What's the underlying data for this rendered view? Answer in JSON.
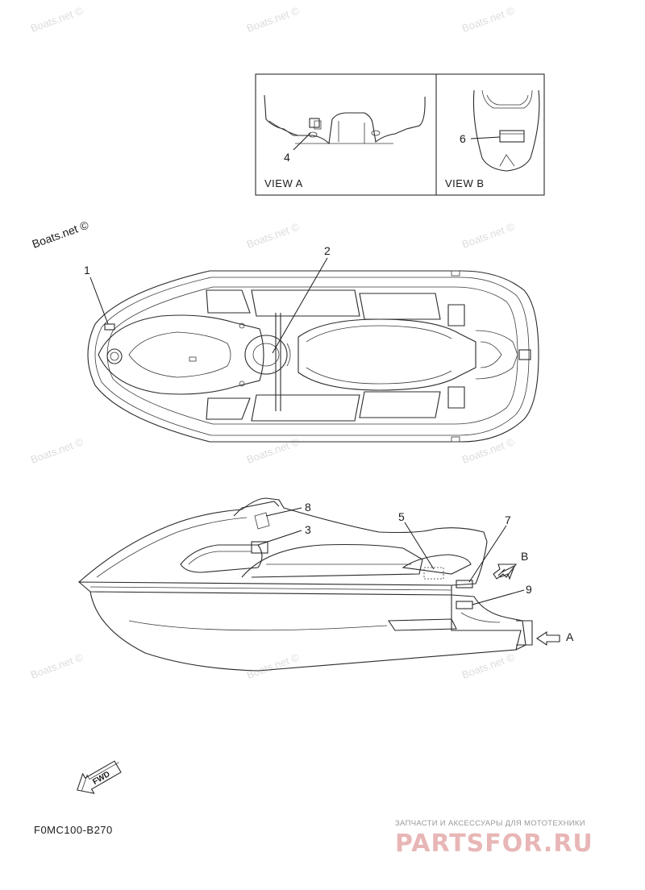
{
  "diagram": {
    "code": "F0MC100-B270",
    "views": {
      "a_label": "VIEW A",
      "b_label": "VIEW B"
    },
    "callouts": [
      "1",
      "2",
      "3",
      "4",
      "5",
      "6",
      "7",
      "8",
      "9"
    ],
    "arrow_labels": {
      "a": "A",
      "b": "B"
    },
    "fwd_label": "FWD"
  },
  "stamp": "Boats.net ©",
  "watermark": "Boats.net ©",
  "brand": {
    "tagline": "ЗАПЧАСТИ И АКСЕССУАРЫ ДЛЯ МОТОТЕХНИКИ",
    "name": "PARTSFOR.RU",
    "color": "#e8b6b6"
  }
}
